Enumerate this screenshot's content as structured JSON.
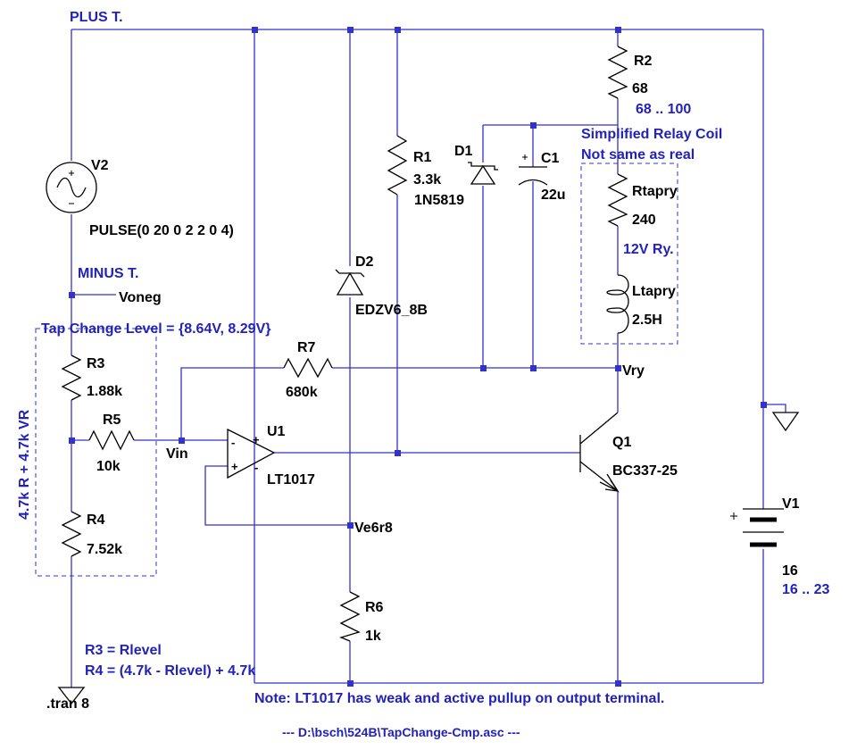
{
  "nets": {
    "plus": "PLUS T.",
    "minus": "MINUS T.",
    "voneg": "Voneg",
    "vin": "Vin",
    "vry": "Vry",
    "ve6r8": "Ve6r8"
  },
  "components": {
    "v2": {
      "name": "V2",
      "value": "PULSE(0 20 0 2 2 0 4)"
    },
    "r1": {
      "name": "R1",
      "value": "3.3k"
    },
    "r2": {
      "name": "R2",
      "value": "68",
      "range": "68 .. 100"
    },
    "r3": {
      "name": "R3",
      "value": "1.88k"
    },
    "r4": {
      "name": "R4",
      "value": "7.52k"
    },
    "r5": {
      "name": "R5",
      "value": "10k"
    },
    "r6": {
      "name": "R6",
      "value": "1k"
    },
    "r7": {
      "name": "R7",
      "value": "680k"
    },
    "d1": {
      "name": "D1",
      "value": "1N5819"
    },
    "d2": {
      "name": "D2",
      "value": "EDZV6_8B"
    },
    "c1": {
      "name": "C1",
      "value": "22u"
    },
    "u1": {
      "name": "U1",
      "value": "LT1017"
    },
    "q1": {
      "name": "Q1",
      "value": "BC337-25"
    },
    "v1": {
      "name": "V1",
      "value": "16",
      "range": "16 .. 23"
    },
    "rtapry": {
      "name": "Rtapry",
      "value": "240"
    },
    "ltapry": {
      "name": "Ltapry",
      "value": "2.5H"
    }
  },
  "annotations": {
    "relay_title": "Simplified Relay Coil",
    "relay_subtitle": "Not same as real",
    "relay_type": "12V Ry.",
    "tap_change": "Tap Change Level = {8.64V, 8.29V}",
    "vr_note": "4.7k R + 4.7k VR",
    "r3_eq": "R3 = Rlevel",
    "r4_eq": "R4 = (4.7k - Rlevel) + 4.7k",
    "tran": ".tran 8",
    "note": "Note: LT1017 has weak and active pullup on output terminal.",
    "footer": "---  D:\\bsch\\524B\\TapChange-Cmp.asc  ---"
  },
  "pin_marks": {
    "plus": "+",
    "minus": "-"
  },
  "colors": {
    "wire": "#3333cc",
    "part": "#000000",
    "label": "#2222bb"
  }
}
